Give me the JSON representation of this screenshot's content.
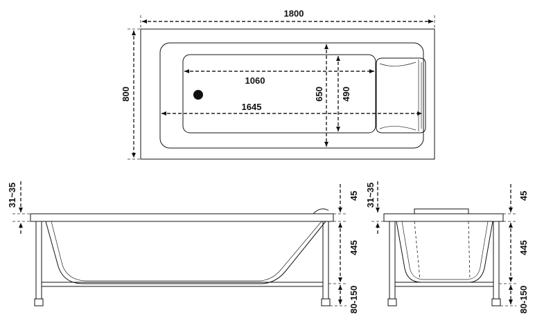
{
  "top_view": {
    "length": "1800",
    "width": "800",
    "inner_length": "1645",
    "bottom_length": "1060",
    "inner_width": "650",
    "bottom_width": "490"
  },
  "side_view": {
    "rim_recess": "31~35",
    "rim_height": "45",
    "depth": "445",
    "leg_height": "80-150"
  },
  "end_view": {
    "rim_recess": "31~35",
    "rim_height": "45",
    "depth": "445",
    "leg_height": "80-150"
  },
  "colors": {
    "line": "#111111",
    "background": "#ffffff"
  }
}
